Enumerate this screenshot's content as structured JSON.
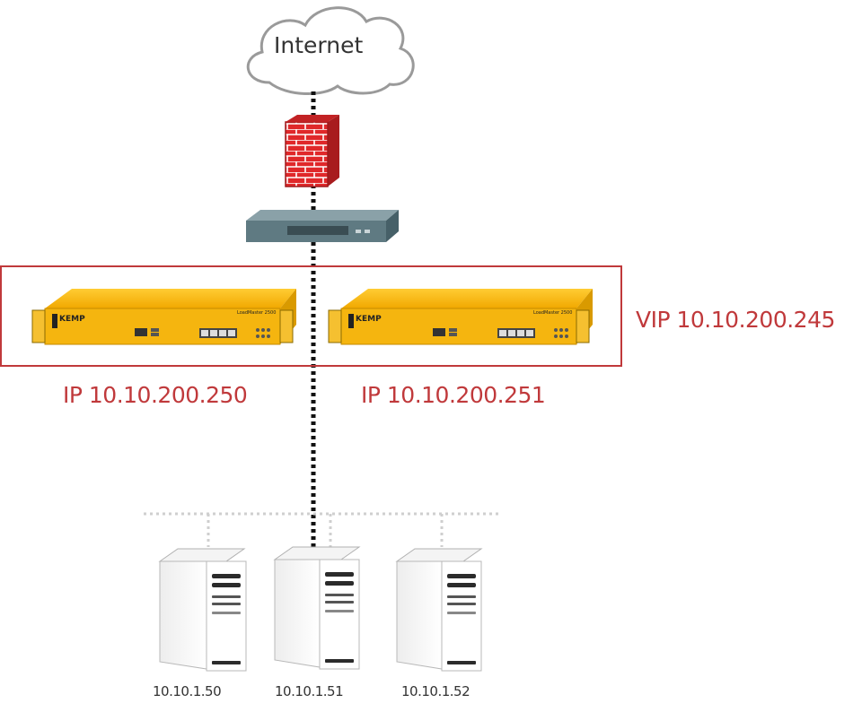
{
  "cloud": {
    "label": "Internet"
  },
  "vip": {
    "label": "VIP 10.10.200.245"
  },
  "load_balancers": [
    {
      "ip_label": "IP 10.10.200.250",
      "brand": "KEMP",
      "model": "LoadMaster 2500"
    },
    {
      "ip_label": "IP 10.10.200.251",
      "brand": "KEMP",
      "model": "LoadMaster 2500"
    }
  ],
  "servers": [
    {
      "label": "10.10.1.50"
    },
    {
      "label": "10.10.1.51"
    },
    {
      "label": "10.10.1.52"
    }
  ],
  "colors": {
    "accent_red": "#c0393b",
    "appliance_yellow": "#f5b50f",
    "switch_slate": "#5f7a82",
    "firewall_red": "#e0282a"
  }
}
